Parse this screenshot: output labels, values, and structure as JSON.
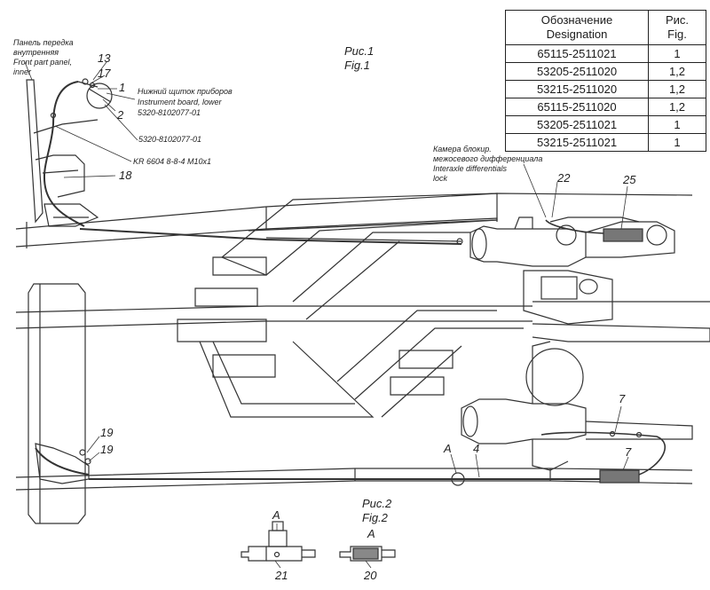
{
  "table": {
    "header": {
      "designation": "Обозначение\nDesignation",
      "fig": "Рис.\nFig."
    },
    "rows": [
      {
        "designation": "65115-2511021",
        "fig": "1"
      },
      {
        "designation": "53205-2511020",
        "fig": "1,2"
      },
      {
        "designation": "53215-2511020",
        "fig": "1,2"
      },
      {
        "designation": "65115-2511020",
        "fig": "1,2"
      },
      {
        "designation": "53205-2511021",
        "fig": "1"
      },
      {
        "designation": "53215-2511021",
        "fig": "1"
      }
    ]
  },
  "fig1": {
    "ru": "Рис.1",
    "en": "Fig.1"
  },
  "fig2": {
    "ru": "Рис.2",
    "en": "Fig.2"
  },
  "labels": {
    "front_panel": [
      "Панель передка",
      "внутренняя",
      "Front part panel,",
      "inner"
    ],
    "instrument_board": [
      "Нижний щиток приборов",
      "Instrument board, lower"
    ],
    "part_5320_01": "5320-8102077-01",
    "part_5320": "5320-8102077-01",
    "kr": "KR 6604 8-8-4 M10x1",
    "chamber": [
      "Камера блокир.",
      "межосевого дифференциала",
      "Interaxle differentials",
      "lock"
    ]
  },
  "callouts": {
    "c13": "13",
    "c17": "17",
    "c1": "1",
    "c2": "2",
    "c18": "18",
    "c22": "22",
    "c25": "25",
    "c19a": "19",
    "c19b": "19",
    "c7a": "7",
    "c7b": "7",
    "cA": "A",
    "c4": "4",
    "cA2": "A",
    "cA3": "A",
    "c21": "21",
    "c20": "20"
  }
}
